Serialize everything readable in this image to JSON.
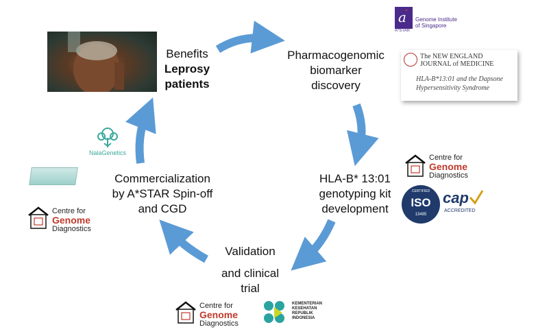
{
  "stages": {
    "benefits": {
      "line1": "Benefits",
      "line2": "Leprosy",
      "line3": "patients"
    },
    "discovery": {
      "line1": "Pharmacogenomic",
      "line2": "biomarker",
      "line3": "discovery"
    },
    "kit": {
      "line1": "HLA-B* 13:01",
      "line2": "genotyping kit",
      "line3": "development"
    },
    "validation": {
      "line1": "Validation",
      "line2": "and clinical",
      "line3": "trial"
    },
    "commercialization": {
      "line1": "Commercialization",
      "line2": "by A*STAR Spin-off",
      "line3": "and CGD"
    }
  },
  "logos": {
    "gis": {
      "line1": "Genome Institute",
      "line2": "of Singapore",
      "mark": "A*STAR"
    },
    "nejm": {
      "title": "The NEW ENGLAND",
      "title2": "JOURNAL of MEDICINE",
      "article1": "HLA-B*13:01 and the Dapsone",
      "article2": "Hypersensitivity Syndrome"
    },
    "cgd": {
      "line1": "Centre for",
      "line2": "Genome",
      "line3": "Diagnostics"
    },
    "iso": {
      "top": "CERTIFIED",
      "main": "ISO",
      "bottom": "13485"
    },
    "cap": {
      "main": "cap",
      "sub": "ACCREDITED"
    },
    "nala": {
      "name": "NalaGenetics"
    },
    "kemenkes": {
      "line1": "KEMENTERIAN",
      "line2": "KESEHATAN",
      "line3": "REPUBLIK",
      "line4": "INDONESIA"
    }
  },
  "colors": {
    "arrow": "#5b9bd5",
    "cgd_red": "#c0392b",
    "iso_navy": "#1f3a6b",
    "gis_purple": "#4a2a8a",
    "nala_teal": "#3aa89c",
    "kemenkes_teal": "#2ba3a0"
  },
  "icons": [
    "cycle-arrow-icon",
    "house-logo-icon",
    "iso-badge-icon",
    "tree-icon"
  ]
}
